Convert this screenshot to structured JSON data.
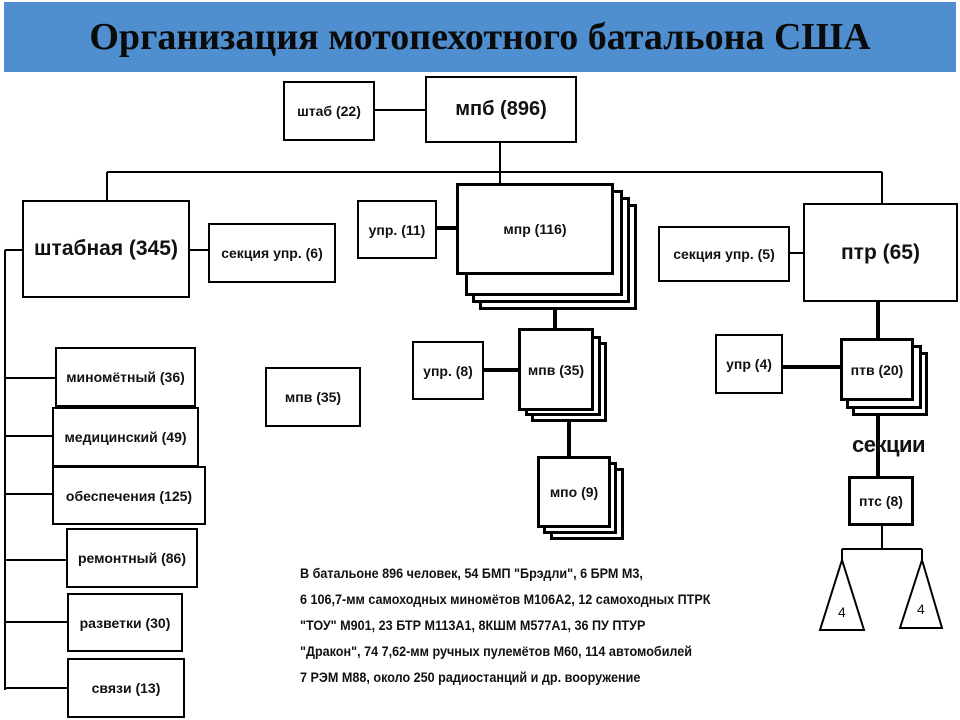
{
  "title": "Организация мотопехотного батальона США",
  "nodes": {
    "hq": "штаб (22)",
    "battalion": "мпб (896)",
    "hq_company": "штабная (345)",
    "hq_company_section": "секция упр. (6)",
    "infantry_company_mgmt": "упр. (11)",
    "infantry_company": "мпр (116)",
    "antitank_section": "секция упр. (5)",
    "antitank_company": "птр (65)",
    "platoon_mgmt": "упр. (8)",
    "infantry_platoon": "мпв (35)",
    "infantry_platoon_standalone": "мпв (35)",
    "infantry_squad": "мпо (9)",
    "antitank_platoon_mgmt": "упр (4)",
    "antitank_platoon": "птв (20)",
    "antitank_section_unit": "птс (8)",
    "sections_label": "секции",
    "triangle_left": "4",
    "triangle_right": "4"
  },
  "hq_company_platoons": [
    "миномётный (36)",
    "медицинский (49)",
    "обеспечения (125)",
    "ремонтный (86)",
    "разветки (30)",
    "связи (13)"
  ],
  "summary_lines": [
    "В батальоне 896 человек, 54 БМП \"Брэдли\", 6 БРМ М3,",
    "6 106,7-мм самоходных миномётов М106А2, 12 самоходных ПТРК",
    "\"ТОУ\" М901, 23 БТР М113А1, 8КШМ М577А1, 36 ПУ ПТУР",
    "\"Дракон\", 74 7,62-мм ручных пулемётов М60, 114 автомобилей",
    "7 РЭМ М88, около 250 радиостанций и др. вооружение"
  ],
  "colors": {
    "title_bar": "#4f8fd0",
    "lines": "#000000"
  }
}
